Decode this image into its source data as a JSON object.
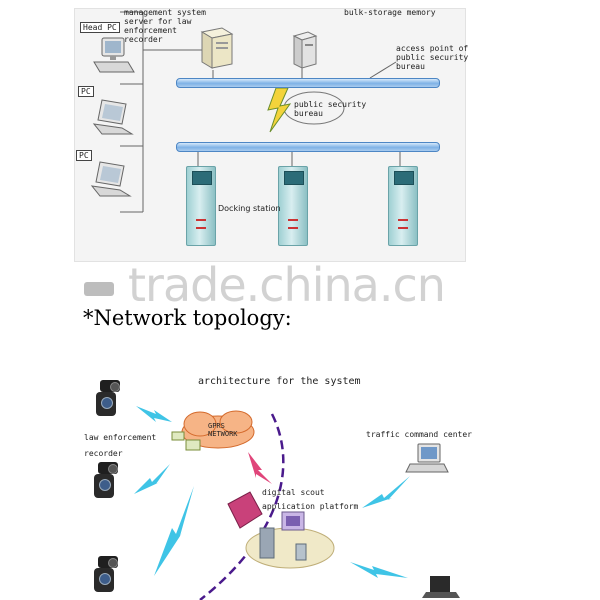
{
  "topology": {
    "head_pc": "Head PC",
    "pc1": "PC",
    "pc2": "PC",
    "mgmt_server": "management system\nserver for law\nenforcement\nrecorder",
    "bulk_storage": "bulk-storage memory",
    "access_point": "access point of\npublic security\nbureau",
    "bureau": "public security\nbureau",
    "docking": "Docking station"
  },
  "watermark": "trade.china.cn",
  "section_title": "*Network topology:",
  "architecture": {
    "heading": "architecture for the system",
    "recorder_label": "law enforcement\n\nrecorder",
    "cloud_label": "GPRS\nNETWORK",
    "traffic": "traffic command center",
    "scout": "digital scout\napplication platform"
  },
  "colors": {
    "bus": "#7fb2e6",
    "lightning": "#3fc4e6",
    "dash": "#4a1a8c"
  }
}
